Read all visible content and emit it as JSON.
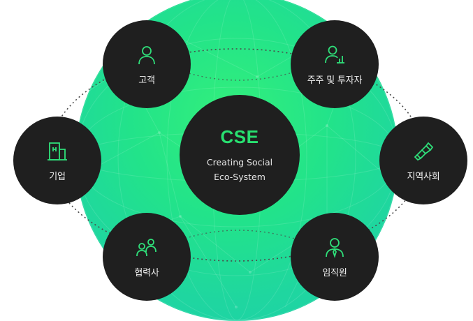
{
  "center": {
    "title": "CSE",
    "subtitle_line1": "Creating Social",
    "subtitle_line2": "Eco-System"
  },
  "stakeholders": [
    {
      "label": "고객",
      "icon": "person-icon"
    },
    {
      "label": "주주 및 투자자",
      "icon": "investor-chart-icon"
    },
    {
      "label": "기업",
      "icon": "building-icon"
    },
    {
      "label": "지역사회",
      "icon": "community-hands-icon"
    },
    {
      "label": "협력사",
      "icon": "partners-icon"
    },
    {
      "label": "임직원",
      "icon": "employee-tie-icon"
    }
  ],
  "colors": {
    "globe_top": "#33ef7b",
    "globe_bottom": "#1ccfac",
    "node_fill": "#1f1f1f",
    "accent_green": "#28e070",
    "dotted_ring": "#555555"
  }
}
